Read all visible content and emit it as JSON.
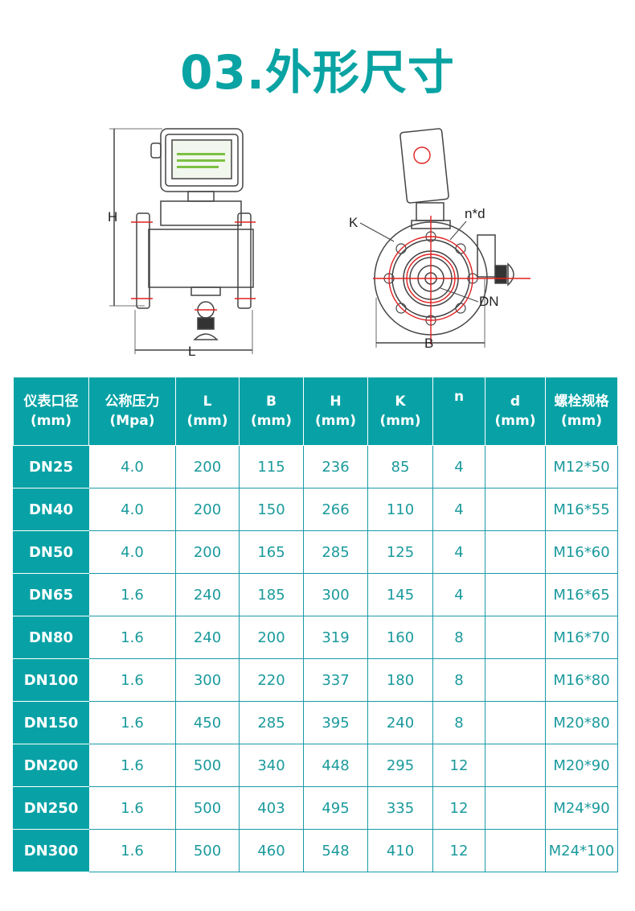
{
  "title": "03.外形尺寸",
  "colors": {
    "accent": "#0aa3a3",
    "table_header_bg": "#08a2a6",
    "cell_text": "#1b9a9c",
    "dimension_line": "#e02020"
  },
  "diagrams": {
    "front_view": {
      "labels": {
        "height": "H",
        "length": "L"
      }
    },
    "side_view": {
      "labels": {
        "pitch_circle": "K",
        "bolt_holes": "n*d",
        "nominal_diameter": "DN",
        "width": "B"
      }
    }
  },
  "table": {
    "headers": [
      {
        "line1": "仪表口径",
        "line2": "(mm)"
      },
      {
        "line1": "公称压力",
        "line2": "(Mpa)"
      },
      {
        "line1": "L",
        "line2": "(mm)"
      },
      {
        "line1": "B",
        "line2": "(mm)"
      },
      {
        "line1": "H",
        "line2": "(mm)"
      },
      {
        "line1": "K",
        "line2": "(mm)"
      },
      {
        "line1": "n",
        "line2": ""
      },
      {
        "line1": "d",
        "line2": "(mm)"
      },
      {
        "line1": "螺栓规格",
        "line2": "(mm)"
      }
    ],
    "rows": [
      [
        "DN25",
        "4.0",
        "200",
        "115",
        "236",
        "85",
        "4",
        "",
        "M12*50"
      ],
      [
        "DN40",
        "4.0",
        "200",
        "150",
        "266",
        "110",
        "4",
        "",
        "M16*55"
      ],
      [
        "DN50",
        "4.0",
        "200",
        "165",
        "285",
        "125",
        "4",
        "",
        "M16*60"
      ],
      [
        "DN65",
        "1.6",
        "240",
        "185",
        "300",
        "145",
        "4",
        "",
        "M16*65"
      ],
      [
        "DN80",
        "1.6",
        "240",
        "200",
        "319",
        "160",
        "8",
        "",
        "M16*70"
      ],
      [
        "DN100",
        "1.6",
        "300",
        "220",
        "337",
        "180",
        "8",
        "",
        "M16*80"
      ],
      [
        "DN150",
        "1.6",
        "450",
        "285",
        "395",
        "240",
        "8",
        "",
        "M20*80"
      ],
      [
        "DN200",
        "1.6",
        "500",
        "340",
        "448",
        "295",
        "12",
        "",
        "M20*90"
      ],
      [
        "DN250",
        "1.6",
        "500",
        "403",
        "495",
        "335",
        "12",
        "",
        "M24*90"
      ],
      [
        "DN300",
        "1.6",
        "500",
        "460",
        "548",
        "410",
        "12",
        "",
        "M24*100"
      ]
    ]
  }
}
